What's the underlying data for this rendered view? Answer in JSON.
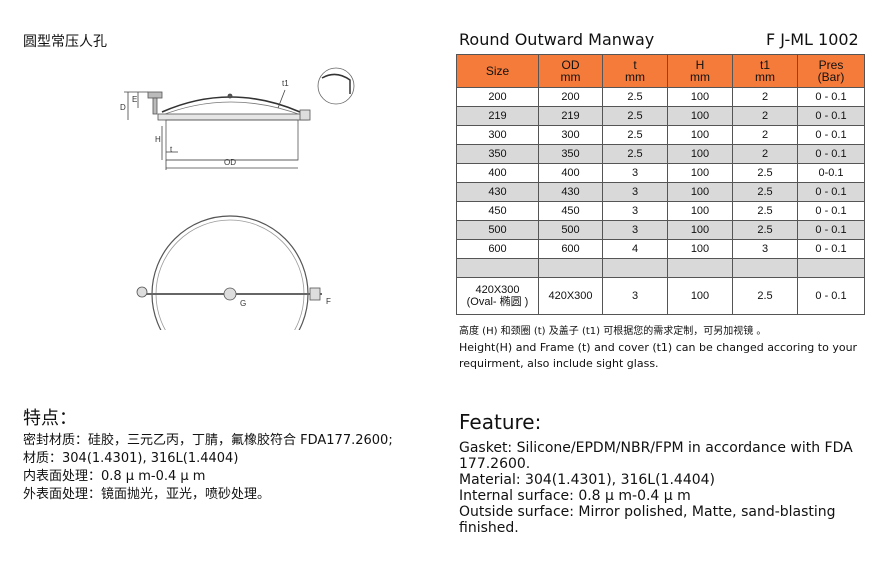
{
  "title_cn": "圆型常压人孔",
  "drawing": {
    "labels": {
      "e": "E",
      "d": "D",
      "h": "H",
      "t": "t",
      "t1": "t1",
      "od": "OD",
      "g": "G",
      "f": "F"
    }
  },
  "spec": {
    "title": "Round Outward Manway",
    "model": "F J-ML 1002",
    "headers": [
      {
        "l1": "Size",
        "l2": ""
      },
      {
        "l1": "OD",
        "l2": "mm"
      },
      {
        "l1": "t",
        "l2": "mm"
      },
      {
        "l1": "H",
        "l2": "mm"
      },
      {
        "l1": "t1",
        "l2": "mm"
      },
      {
        "l1": "Pres",
        "l2": "(Bar)"
      }
    ],
    "rows": [
      [
        "200",
        "200",
        "2.5",
        "100",
        "2",
        "0 - 0.1"
      ],
      [
        "219",
        "219",
        "2.5",
        "100",
        "2",
        "0 - 0.1"
      ],
      [
        "300",
        "300",
        "2.5",
        "100",
        "2",
        "0 - 0.1"
      ],
      [
        "350",
        "350",
        "2.5",
        "100",
        "2",
        "0 - 0.1"
      ],
      [
        "400",
        "400",
        "3",
        "100",
        "2.5",
        "0-0.1"
      ],
      [
        "430",
        "430",
        "3",
        "100",
        "2.5",
        "0 - 0.1"
      ],
      [
        "450",
        "450",
        "3",
        "100",
        "2.5",
        "0 - 0.1"
      ],
      [
        "500",
        "500",
        "3",
        "100",
        "2.5",
        "0 - 0.1"
      ],
      [
        "600",
        "600",
        "4",
        "100",
        "3",
        "0 - 0.1"
      ],
      [
        "",
        "",
        "",
        "",
        "",
        ""
      ]
    ],
    "oval": {
      "size_l1": "420X300",
      "size_l2": "(Oval- 椭圆 )",
      "od": "420X300",
      "t": "3",
      "h": "100",
      "t1": "2.5",
      "pres": "0 - 0.1"
    },
    "note_cn": "高度 (H) 和颈圈 (t) 及盖子 (t1) 可根据您的需求定制，可另加视镜 。",
    "note_en": "Height(H) and Frame (t) and cover (t1) can be changed accoring to your requirment, also include sight glass."
  },
  "features_cn": {
    "title": "特点：",
    "lines": [
      "密封材质：硅胶，三元乙丙，丁腈，氟橡胶符合  FDA177.2600;",
      "材质：304(1.4301), 316L(1.4404)",
      "内表面处理：0.8 μ m-0.4 μ m",
      "外表面处理：镜面抛光，亚光，喷砂处理。"
    ]
  },
  "features_en": {
    "title": "Feature:",
    "lines": [
      "Gasket: Silicone/EPDM/NBR/FPM in accordance with FDA 177.2600.",
      "Material: 304(1.4301), 316L(1.4404)",
      "Internal surface: 0.8 μ m-0.4 μ m",
      "Outside surface: Mirror polished, Matte, sand-blasting finished."
    ]
  }
}
